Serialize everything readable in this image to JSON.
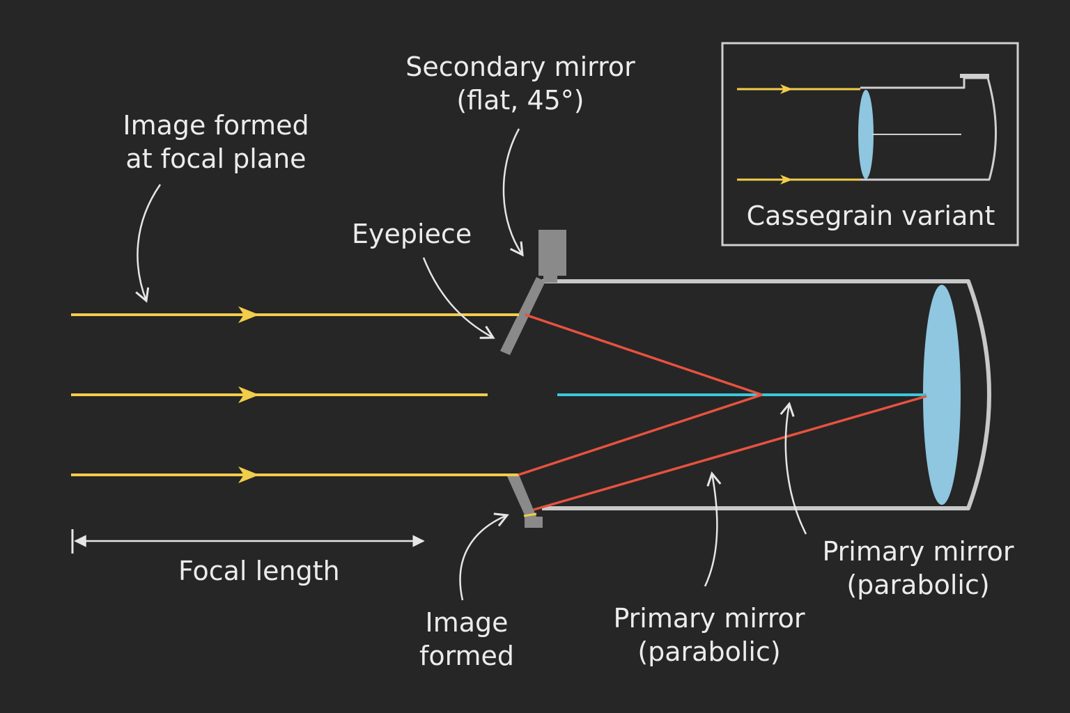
{
  "labels": {
    "secondary_mirror": [
      "Secondary mirror",
      "(flat, 45°)"
    ],
    "image_focal_plane": [
      "Image formed",
      "at focal plane"
    ],
    "eyepiece": "Eyepiece",
    "focal_length": "Focal length",
    "image_formed": [
      "Image",
      "formed"
    ],
    "primary_mirror_lower": [
      "Primary mirror",
      "(parabolic)"
    ],
    "primary_mirror_right": [
      "Primary mirror",
      "(parabolic)"
    ],
    "inset_caption": "Cassegrain variant"
  },
  "colors": {
    "background": "#262626",
    "incoming_ray": "#f2cd4b",
    "reflected_ray": "#e8523f",
    "axis_ray": "#38c8dc",
    "mirror": "#8fc6e0",
    "tube": "#c8c8c8",
    "mount": "#8a8a8a",
    "text": "#ececec"
  },
  "icons": [
    "arrow-icon"
  ]
}
